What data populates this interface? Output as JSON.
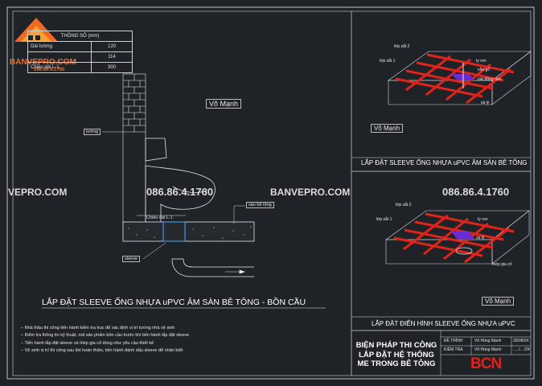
{
  "brand": {
    "name": "BANVEPRO.COM",
    "phone": "086.86.4.1760"
  },
  "param_table": {
    "header": "THÔNG SỐ (mm)",
    "rows": [
      {
        "label": "Dài tường",
        "value": "120"
      },
      {
        "label": "",
        "value": "114"
      },
      {
        "label": "Chiều dài L-1",
        "value": "300"
      }
    ]
  },
  "watermarks": {
    "left_site": "VEPRO.COM",
    "phone_center": "086.86.4.1760",
    "site_center": "BANVEPRO.COM",
    "phone_right": "086.86.4.1760"
  },
  "main_drawing": {
    "tag": "Võ Mạnh",
    "labels": {
      "wall": "tường",
      "slab": "sàn bê tông",
      "length": "Chiều dài L-1",
      "sleeve": "sleeve"
    },
    "title": "LẮP ĐẶT SLEEVE ỐNG NHỰA uPVC ÂM SÀN BÊ TÔNG - BỒN CẦU"
  },
  "detail_top": {
    "tag": "Võ Mạnh",
    "labels": {
      "lop2": "lớp sắt 2",
      "lop1": "lớp sắt 1",
      "ty": "ty ren",
      "vang": "vằn gỗ",
      "bat": "bát đỡng tiền",
      "xa": "xà lý"
    },
    "title": "LẮP ĐẶT SLEEVE ỐNG NHỰA uPVC ÂM SÀN BÊ TÔNG"
  },
  "detail_bottom": {
    "tag": "Võ Mạnh",
    "labels": {
      "lop2": "lớp sắt 2",
      "lop1": "lớp sắt 1",
      "ty": "ty ren",
      "xa": "xà lý",
      "thep": "thép gia cố"
    },
    "title": "LẮP ĐẶT ĐIỂN HÌNH SLEEVE ỐNG NHỰA uPVC"
  },
  "notes": [
    "Nhà thầu thi công tiến hành kiểm tra trục để xác định vị trí tường nhà vệ sinh",
    "Kiểm tra thông tin kỹ thuật, mã sản phẩm bồn cầu trước khi tiến hành lắp đặt sleeve",
    "Tiến hành lắp đặt sleeve và thép gia cố đúng như yêu cầu thiết kế",
    "Vệ sinh vị trí thi công sau khi hoàn thiện, tiến hành đánh dấu sleeve để nhận biết"
  ],
  "title_block": {
    "main": "BIỆN PHÁP THI CÔNG LẮP ĐẶT HỆ THỐNG ME TRONG BÊ TÔNG",
    "rows": [
      {
        "role": "ĐỀ TRÌNH",
        "name": "Võ Hùng Mạnh",
        "date": "25/08/24"
      },
      {
        "role": "KIỂM TRA",
        "name": "Võ Hùng Mạnh",
        "date": "...../..../24"
      }
    ],
    "logo": "BCN"
  },
  "colors": {
    "background": "#1f2328",
    "rebar": "#e0241b",
    "sleeve": "#6a2bd0",
    "frame": "#e8e8e8",
    "brand_orange": "#f26a21"
  }
}
